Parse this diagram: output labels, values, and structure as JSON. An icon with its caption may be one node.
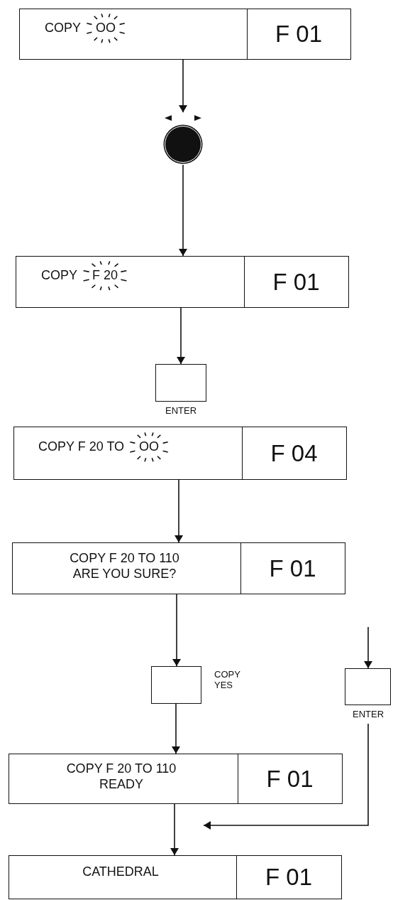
{
  "diagram": {
    "nodes": [
      {
        "text": [
          "COPY"
        ]
      },
      {
        "text": [
          "OO"
        ],
        "in": 0
      },
      {
        "text": [
          "F 01"
        ],
        "in": 0
      },
      {
        "text": [],
        "shape": "circle"
      },
      {
        "text": [
          "COPY"
        ]
      },
      {
        "text": [
          "F 20"
        ],
        "in": 4
      },
      {
        "text": [
          "F 01"
        ],
        "in": 4
      },
      {
        "text": [],
        "shape": "box",
        "beside": [
          "ENTER"
        ]
      },
      {
        "text": [
          "COPY F 20 TO"
        ]
      },
      {
        "text": [
          "OO"
        ],
        "in": 8
      },
      {
        "text": [
          "F 04"
        ],
        "in": 8
      },
      {
        "text": [
          "COPY F 20 TO 110 ARE YOU SURE?"
        ]
      },
      {
        "text": [
          "F 01"
        ],
        "in": 11
      },
      {
        "text": [],
        "shape": "box",
        "beside": [
          "COPY YES"
        ]
      },
      {
        "text": [],
        "shape": "box",
        "beside": [
          "ENTER"
        ]
      },
      {
        "text": [
          "COPY F 20 TO 110 READY"
        ]
      },
      {
        "text": [
          "F 01"
        ],
        "in": 15
      },
      {
        "text": [
          "CATHEDRAL"
        ]
      },
      {
        "text": [
          "F 01"
        ],
        "in": 17
      }
    ],
    "edges": [
      {
        "from": 0,
        "to": 3,
        "arrow": "to"
      },
      {
        "from": 3,
        "to": 4,
        "arrow": "to"
      },
      {
        "from": 4,
        "to": 7,
        "arrow": "to"
      },
      {
        "from": 8,
        "to": 11,
        "arrow": "to"
      },
      {
        "from": 11,
        "to": 13,
        "arrow": "to"
      },
      {
        "from": null,
        "to": 14,
        "arrow": "to"
      },
      {
        "from": 13,
        "to": 15,
        "arrow": "to"
      },
      {
        "from": 15,
        "to": 17,
        "arrow": "to"
      },
      {
        "from": 14,
        "to": 17,
        "arrow": "to"
      }
    ]
  }
}
